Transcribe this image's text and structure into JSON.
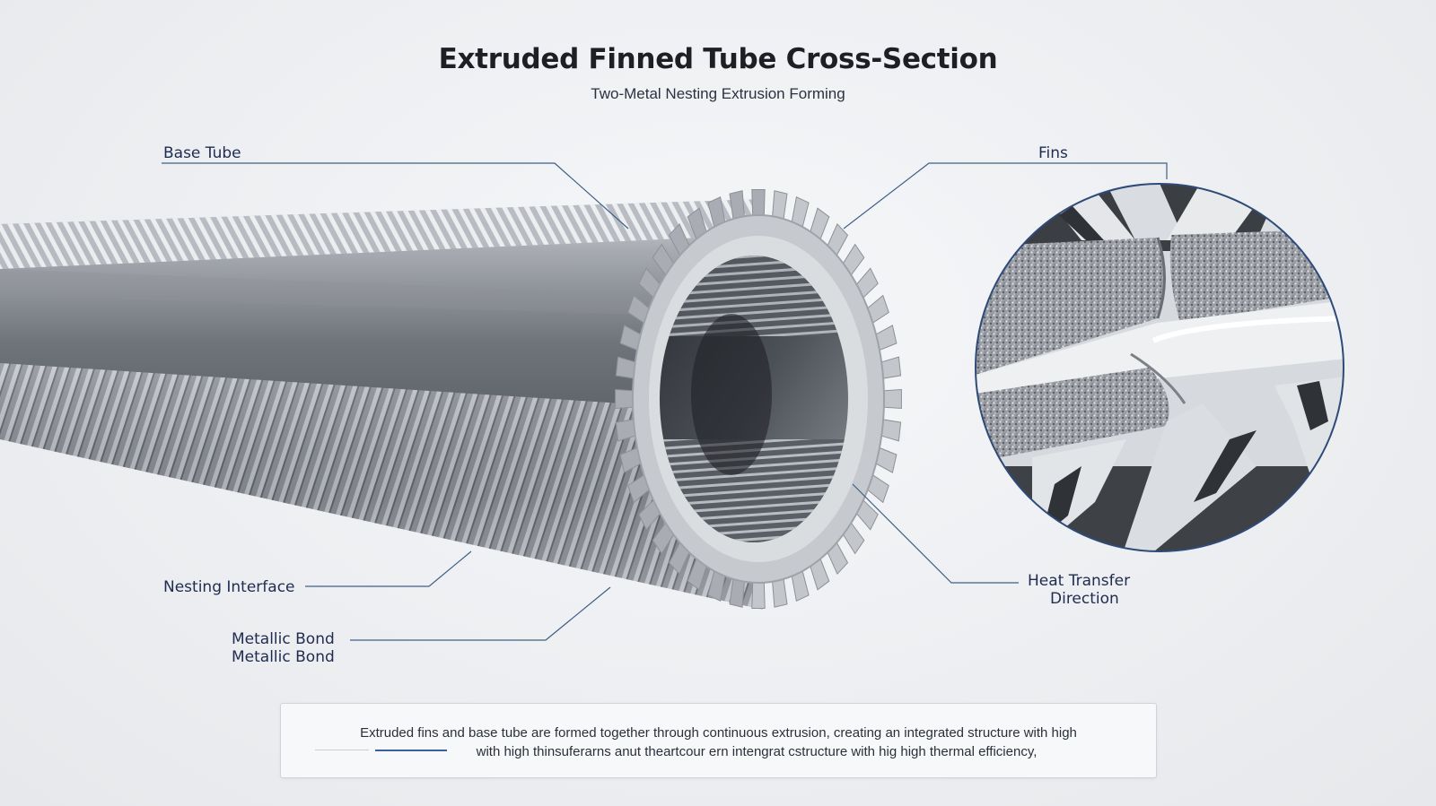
{
  "title": "Extruded Finned Tube Cross-Section",
  "subtitle": "Two-Metal Nesting Extrusion Forming",
  "labels": {
    "base_tube": "Base Tube",
    "fins": "Fins",
    "nesting_interface": "Nesting Interface",
    "metallic_bond_1": "Metallic Bond",
    "metallic_bond_2": "Metallic Bond",
    "heat_transfer_1": "Heat Transfer",
    "heat_transfer_2": "Direction"
  },
  "caption": {
    "line1": "Extruded fins and base tube are formed together through continuous extrusion, creating an integrated structure with high",
    "line2": "with high thinsuferarns anut theartcour ern intengrat cstructure with hig high thermal efficiency,"
  },
  "colors": {
    "leader_line": "#3f5f86",
    "tube_body": "#6e7278",
    "fin_metal": "#b9bec5",
    "zoom_border": "#2e4a78"
  }
}
